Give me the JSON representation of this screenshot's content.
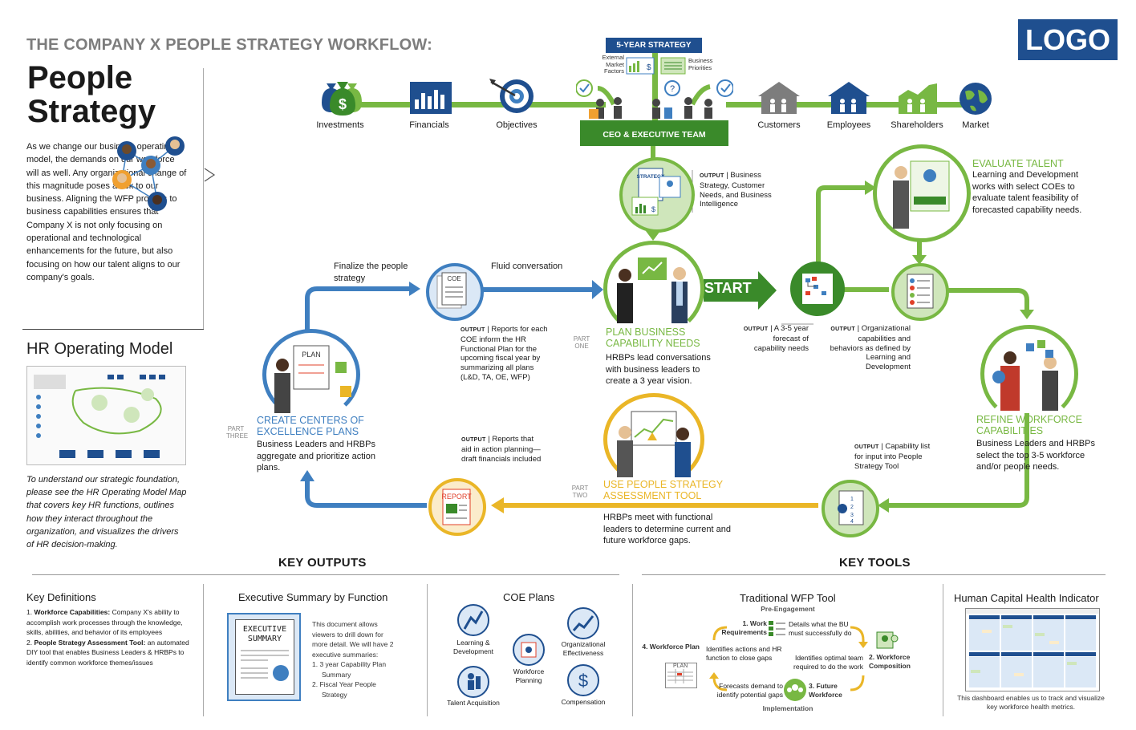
{
  "header": "THE COMPANY X PEOPLE STRATEGY WORKFLOW:",
  "logo": "LOGO",
  "title_line1": "People",
  "title_line2": "Strategy",
  "intro": "As we change our business operating model, the demands on our workforce will as well. Any organizational change of this magnitude poses a risk to our business. Aligning the WFP process to business capabilities ensures that Company X is not only focusing on operational and technological enhancements for the future, but also focusing on how our talent aligns to our company's goals.",
  "hr_model": {
    "title": "HR Operating Model",
    "note": "To understand our strategic foundation, please see the HR Operating Model Map that covers key HR functions, outlines how they interact throughout the organization, and visualizes the drivers of HR decision-making."
  },
  "top": {
    "strategy_banner": "5-YEAR STRATEGY",
    "external": "External Market Factors",
    "business_priorities": "Business Priorities",
    "ceo": "CEO & EXECUTIVE TEAM",
    "inputs_left": [
      "Investments",
      "Financials",
      "Objectives"
    ],
    "inputs_right": [
      "Customers",
      "Employees",
      "Shareholders",
      "Market"
    ]
  },
  "outputs": {
    "label": "OUTPUT",
    "strategy": "Business Strategy, Customer Needs, and Business Intelligence",
    "forecast": "A 3-5 year forecast of capability needs",
    "org": "Organizational capabilities and behaviors as defined by Learning and Development",
    "capability": "Capability list for input into People Strategy Tool",
    "coe": "Reports for each COE inform the HR Functional Plan for the upcoming fiscal year by summarizing all plans (L&D, TA, OE, WFP)",
    "reports": "Reports that aid in action planning—draft financials included"
  },
  "flow": {
    "start": "START",
    "coe_icon": "COE",
    "plan_icon": "PLAN",
    "report_icon": "REPORT",
    "finalize": "Finalize the people strategy",
    "fluid": "Fluid conversation",
    "part_one": "PART ONE",
    "part_two": "PART TWO",
    "part_three": "PART THREE",
    "plan_title": "PLAN BUSINESS CAPABILITY NEEDS",
    "plan_desc": "HRBPs lead conversations with business leaders to create a 3 year vision.",
    "evaluate_title": "EVALUATE TALENT",
    "evaluate_desc": "Learning and Development works with select COEs to evaluate talent feasibility of forecasted capability needs.",
    "refine_title": "REFINE WORKFORCE CAPABILITIES",
    "refine_desc": "Business Leaders and HRBPs select the top 3-5 workforce and/or people needs.",
    "use_title": "USE PEOPLE STRATEGY ASSESSMENT TOOL",
    "use_desc": "HRBPs meet with functional leaders to determine current and future workforce gaps.",
    "create_title": "CREATE CENTERS OF EXCELLENCE PLANS",
    "create_desc": "Business Leaders and HRBPs aggregate and prioritize action plans."
  },
  "bottom": {
    "key_outputs": "KEY OUTPUTS",
    "key_tools": "KEY TOOLS",
    "definitions": {
      "title": "Key Definitions",
      "item1_term": "Workforce Capabilities:",
      "item1_text": "Company X's ability to accomplish work processes through the knowledge, skills, abilities, and behavior of its employees",
      "item2_term": "People Strategy Assessment Tool:",
      "item2_text": "an automated DIY tool that enables Business Leaders & HRBPs to identify common workforce themes/issues"
    },
    "exec": {
      "title": "Executive Summary by Function",
      "doc_line1": "EXECUTIVE",
      "doc_line2": "SUMMARY",
      "desc": "This document allows viewers to drill down for more detail. We will have 2 executive summaries:",
      "item1": "3 year Capability Plan Summary",
      "item2": "Fiscal Year People Strategy"
    },
    "coe": {
      "title": "COE Plans",
      "items": [
        "Learning & Development",
        "Organizational Effectiveness",
        "Workforce Planning",
        "Talent Acquisition",
        "Compensation"
      ]
    },
    "wfp": {
      "title": "Traditional WFP Tool",
      "pre": "Pre-Engagement",
      "step1": "1. Work Requirements",
      "step1_note": "Details what the BU must successfully do",
      "step2": "2. Workforce Composition",
      "step2_note": "Identifies optimal team required to do the work",
      "step3": "3. Future Workforce",
      "step3_note": "Forecasts demand to identify potential gaps",
      "step4": "4. Workforce Plan",
      "step4_note": "Identifies actions and HR function to close gaps",
      "plan_label": "PLAN",
      "impl": "Implementation"
    },
    "hchi": {
      "title": "Human Capital Health Indicator",
      "desc": "This dashboard enables us to track and visualize key workforce health metrics."
    }
  },
  "colors": {
    "green": "#78b843",
    "blue": "#3f7fc0",
    "yellow": "#eab627",
    "navy": "#1f4f8f",
    "gray": "#7d7d7d"
  }
}
